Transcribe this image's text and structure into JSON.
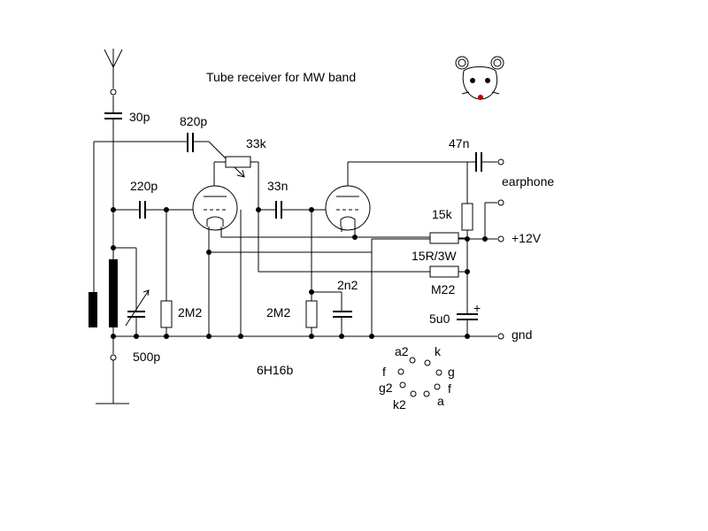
{
  "title": "Tube receiver for MW band",
  "labels": {
    "c30p": "30p",
    "c820p": "820p",
    "r33k": "33k",
    "c220p": "220p",
    "c33n": "33n",
    "c47n": "47n",
    "r15k": "15k",
    "r15r": "15R/3W",
    "rm22": "M22",
    "c2n2": "2n2",
    "r2m2_left": "2M2",
    "r2m2_right": "2M2",
    "c5u0": "5u0",
    "plus": "+",
    "c500p": "500p"
  },
  "terminals": {
    "earphone": "earphone",
    "plus12v": "+12V",
    "gnd": "gnd"
  },
  "tube_type": "6H16b",
  "pinout": {
    "a2": "a2",
    "k": "k",
    "f_left": "f",
    "g": "g",
    "g2": "g2",
    "f_right": "f",
    "k2": "k2",
    "a": "a"
  }
}
